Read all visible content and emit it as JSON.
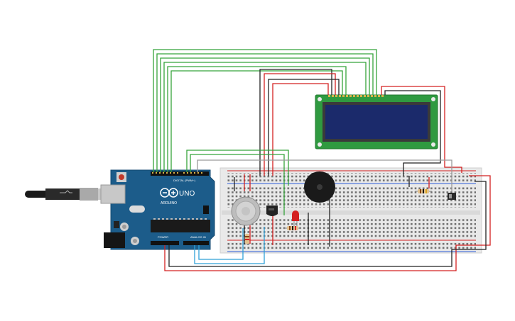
{
  "arduino": {
    "brand": "ARDUINO",
    "model": "UNO",
    "digital_header_label": "DIGITAL (PWM~)",
    "power_header_label": "POWER",
    "analog_header_label": "ANALOG IN",
    "board_color": "#1c5c8a"
  },
  "breadboard": {
    "body_color": "#e9e9e9",
    "rail_red": "#d42020",
    "rail_blue": "#2a5bd7"
  },
  "lcd": {
    "pcb_color": "#2f9a40",
    "screen_color": "#1b2a6b"
  },
  "wire_colors": {
    "data": "#35a33a",
    "power": "#d42020",
    "ground": "#222222",
    "analog": "#2fa0d8",
    "aux": "#9a9a9a"
  },
  "components": [
    {
      "name": "gas-sensor"
    },
    {
      "name": "temperature-sensor"
    },
    {
      "name": "piezo-buzzer"
    },
    {
      "name": "red-led"
    },
    {
      "name": "slide-switch"
    }
  ]
}
